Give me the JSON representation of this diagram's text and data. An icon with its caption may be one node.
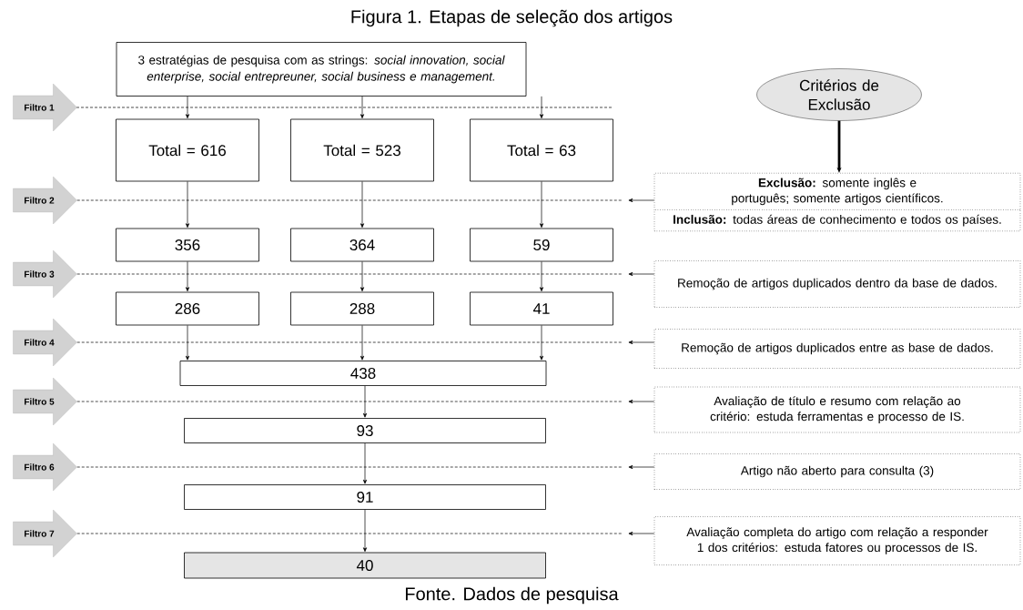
{
  "diagram": {
    "title": "Figura 1. Etapas de seleção dos artigos",
    "caption": "Fonte. Dados de pesquisa",
    "nodes": [
      {
        "text": [
          "3 estratégias de pesquisa com as strings: *social innovation, social enterprise, social entrepreuner, social business e management.*"
        ]
      },
      {
        "text": [
          "Total = 616"
        ]
      },
      {
        "text": [
          "Total = 523"
        ]
      },
      {
        "text": [
          "Total = 63"
        ]
      },
      {
        "text": [
          "356"
        ]
      },
      {
        "text": [
          "364"
        ]
      },
      {
        "text": [
          "59"
        ]
      },
      {
        "text": [
          "286"
        ]
      },
      {
        "text": [
          "288"
        ]
      },
      {
        "text": [
          "41"
        ]
      },
      {
        "text": [
          "438"
        ]
      },
      {
        "text": [
          "93"
        ]
      },
      {
        "text": [
          "91"
        ]
      },
      {
        "text": [
          "40"
        ]
      },
      {
        "text": [
          "Filtro 1"
        ]
      },
      {
        "text": [
          "Filtro 2"
        ]
      },
      {
        "text": [
          "Filtro 3"
        ]
      },
      {
        "text": [
          "Filtro 4"
        ]
      },
      {
        "text": [
          "Filtro 5"
        ]
      },
      {
        "text": [
          "Filtro 6"
        ]
      },
      {
        "text": [
          "Filtro 7"
        ]
      },
      {
        "text": [
          "Critérios de Exclusão"
        ]
      },
      {
        "text": [
          "**Exclusão:** somente inglês e português; somente artigos científicos.",
          "**Inclusão:** todas áreas de conhecimento e todos os países."
        ]
      },
      {
        "text": [
          "Remoção de artigos duplicados dentro da base de dados."
        ]
      },
      {
        "text": [
          "Remoção de artigos duplicados entre as base de dados."
        ]
      },
      {
        "text": [
          "Avaliação de título e resumo com relação ao critério: estuda ferramentas e processo de IS."
        ]
      },
      {
        "text": [
          "Artigo  não aberto para consulta (3)"
        ]
      },
      {
        "text": [
          "Avaliação completa do artigo com relação a responder 1 dos critérios: estuda fatores ou processos de IS."
        ]
      }
    ],
    "edges": [
      {
        "from": 0,
        "to": 1,
        "arrow": "to"
      },
      {
        "from": 0,
        "to": 2,
        "arrow": "to"
      },
      {
        "from": 0,
        "to": 3,
        "arrow": "to"
      },
      {
        "from": 1,
        "to": 4,
        "arrow": "to"
      },
      {
        "from": 2,
        "to": 5,
        "arrow": "to"
      },
      {
        "from": 3,
        "to": 6,
        "arrow": "to"
      },
      {
        "from": 4,
        "to": 7,
        "arrow": "to"
      },
      {
        "from": 5,
        "to": 8,
        "arrow": "to"
      },
      {
        "from": 6,
        "to": 9,
        "arrow": "to"
      },
      {
        "from": 7,
        "to": 10,
        "arrow": "to"
      },
      {
        "from": 8,
        "to": 10,
        "arrow": "to"
      },
      {
        "from": 9,
        "to": 10,
        "arrow": "to"
      },
      {
        "from": 10,
        "to": 11,
        "arrow": "to"
      },
      {
        "from": 11,
        "to": 12,
        "arrow": "to"
      },
      {
        "from": 12,
        "to": 13,
        "arrow": "to"
      },
      {
        "from": 21,
        "to": 22,
        "arrow": "to",
        "style": "thick"
      },
      {
        "from": 15,
        "to": null,
        "arrow": "none",
        "style": "dashed"
      },
      {
        "from": 16,
        "to": null,
        "arrow": "none",
        "style": "dashed"
      },
      {
        "from": 17,
        "to": null,
        "arrow": "none",
        "style": "dashed"
      },
      {
        "from": 18,
        "to": null,
        "arrow": "none",
        "style": "dashed"
      },
      {
        "from": 19,
        "to": null,
        "arrow": "none",
        "style": "dashed"
      },
      {
        "from": 20,
        "to": null,
        "arrow": "none",
        "style": "dashed"
      },
      {
        "from": 22,
        "to": null,
        "arrow": "to"
      },
      {
        "from": 23,
        "to": null,
        "arrow": "to"
      },
      {
        "from": 24,
        "to": null,
        "arrow": "to"
      },
      {
        "from": 25,
        "to": null,
        "arrow": "to"
      },
      {
        "from": 26,
        "to": null,
        "arrow": "to"
      },
      {
        "from": 27,
        "to": null,
        "arrow": "to"
      }
    ]
  }
}
